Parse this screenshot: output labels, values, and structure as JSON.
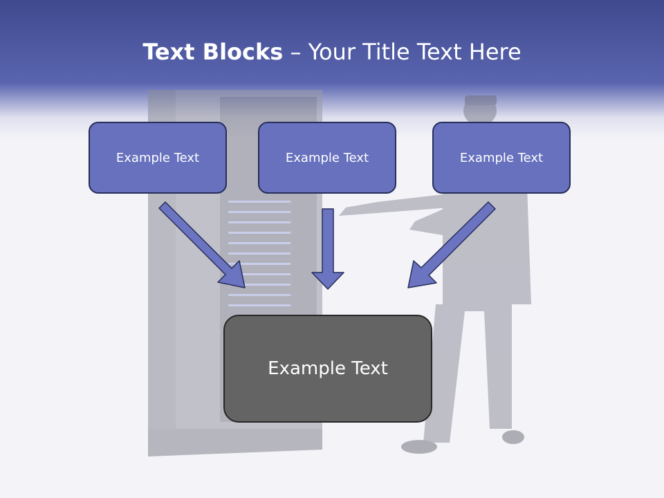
{
  "slide": {
    "title_bold": "Text Blocks",
    "title_separator": " – ",
    "title_rest": "Your Title Text Here"
  },
  "boxes": {
    "top": [
      "Example Text",
      "Example Text",
      "Example Text"
    ],
    "bottom": "Example Text"
  },
  "colors": {
    "header": "#5a65b0",
    "box_fill": "#6771bd",
    "box_border": "#272d5a",
    "center_box_fill": "#646464",
    "arrow_fill": "#6b74c0"
  },
  "icons": [
    "arrow-down-right-icon",
    "arrow-down-icon",
    "arrow-down-left-icon"
  ]
}
